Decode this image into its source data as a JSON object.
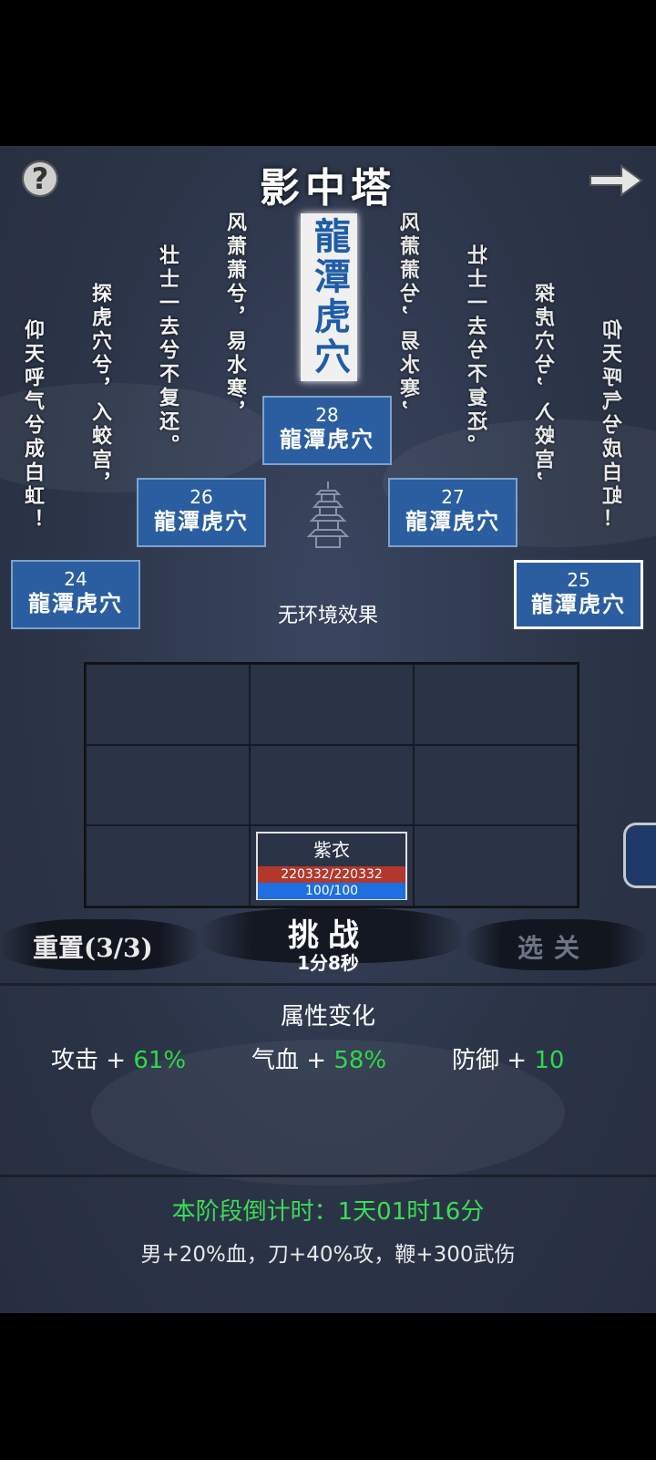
{
  "header": {
    "title": "影中塔",
    "help_glyph": "?",
    "help_icon": "question-icon",
    "next_icon": "arrow-right-icon"
  },
  "poem": {
    "highlight": "龍潭虎穴",
    "lines": [
      "仰天呼气兮成白虹！",
      "探虎穴兮，入蛟宫，",
      "壮士一去兮不复还。",
      "风萧萧兮，易水寒，"
    ]
  },
  "floors": [
    {
      "num": "28",
      "name": "龍潭虎穴"
    },
    {
      "num": "26",
      "name": "龍潭虎穴"
    },
    {
      "num": "27",
      "name": "龍潭虎穴"
    },
    {
      "num": "24",
      "name": "龍潭虎穴"
    },
    {
      "num": "25",
      "name": "龍潭虎穴"
    }
  ],
  "environment": "无环境效果",
  "formation": {
    "unit": {
      "name": "紫衣",
      "hp": "220332/220332",
      "mp": "100/100"
    }
  },
  "actions": {
    "reset": "重置(3/3)",
    "challenge": "挑战",
    "challenge_time": "1分8秒",
    "select": "选关"
  },
  "attributes": {
    "title": "属性变化",
    "items": [
      {
        "label": "攻击 + ",
        "value": "61%"
      },
      {
        "label": "气血 + ",
        "value": "58%"
      },
      {
        "label": "防御 + ",
        "value": "10"
      }
    ]
  },
  "stage": {
    "countdown": "本阶段倒计时：1天01时16分",
    "bonus": "男+20%血，刀+40%攻，鞭+300武伤"
  },
  "colors": {
    "floor_bg": "#2a5ea0",
    "positive": "#2fd84a",
    "hp": "#b2382c",
    "mp": "#1e6fe0"
  }
}
